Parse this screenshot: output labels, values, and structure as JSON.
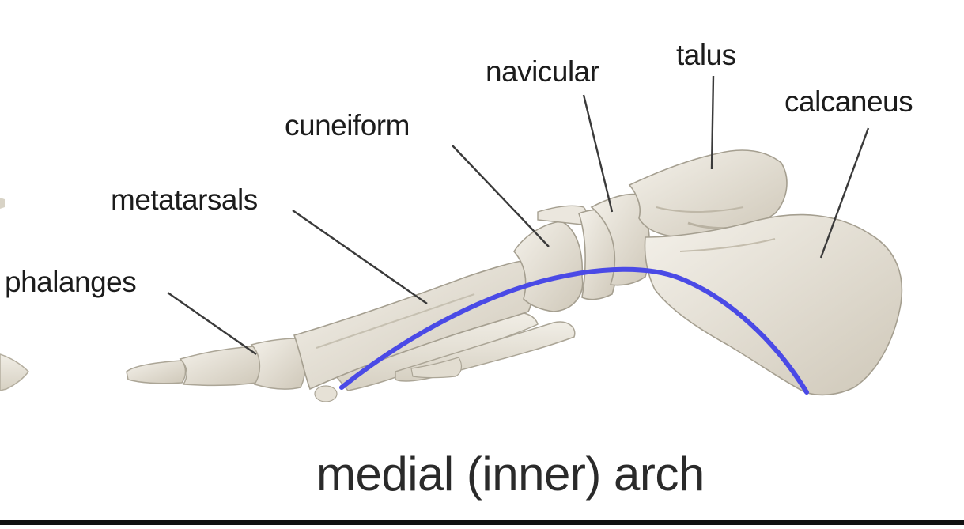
{
  "diagram": {
    "labels": {
      "navicular": "navicular",
      "talus": "talus",
      "calcaneus": "calcaneus",
      "cuneiform": "cuneiform",
      "metatarsals": "metatarsals",
      "phalanges": "phalanges"
    },
    "caption": "medial (inner) arch",
    "colors": {
      "arch_line": "#4a4ae6",
      "bone_fill": "#e8e4da",
      "bone_shade": "#c9c3b5",
      "bone_outline": "#a8a294",
      "leader_line": "#3a3a3a",
      "text": "#1c1c1c"
    }
  }
}
